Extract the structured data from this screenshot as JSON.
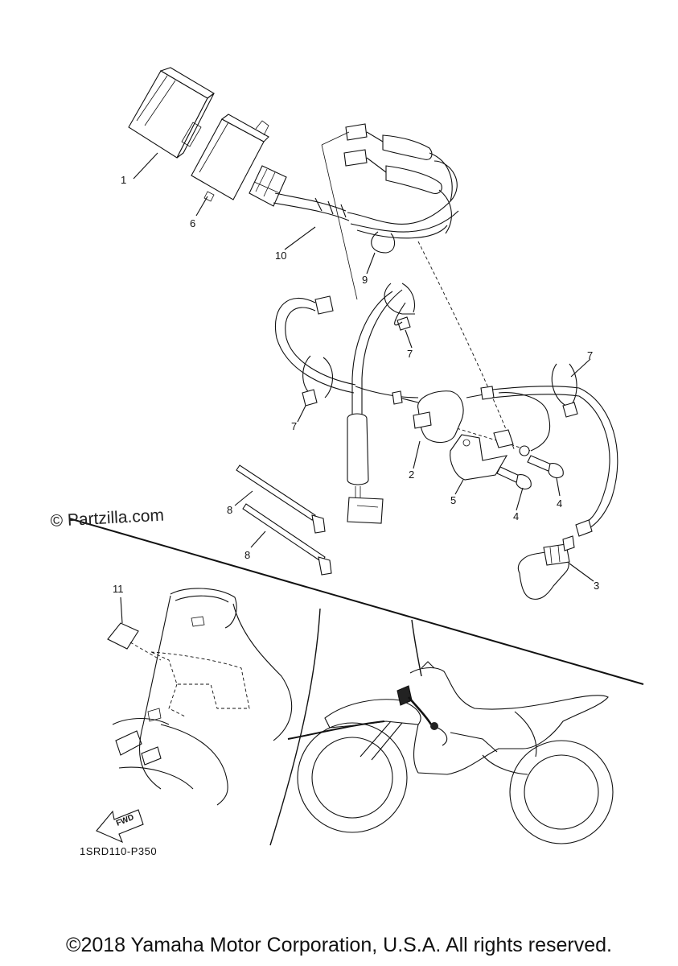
{
  "watermark": "© Partzilla.com",
  "diagram_code": "1SRD110-P350",
  "copyright": "©2018 Yamaha Motor Corporation, U.S.A. All rights reserved.",
  "fwd_label": "FWD",
  "callouts": {
    "c1": "1",
    "c2": "2",
    "c3": "3",
    "c4a": "4",
    "c4b": "4",
    "c5": "5",
    "c6": "6",
    "c7a": "7",
    "c7b": "7",
    "c7c": "7",
    "c8a": "8",
    "c8b": "8",
    "c9": "9",
    "c10": "10",
    "c11": "11"
  }
}
